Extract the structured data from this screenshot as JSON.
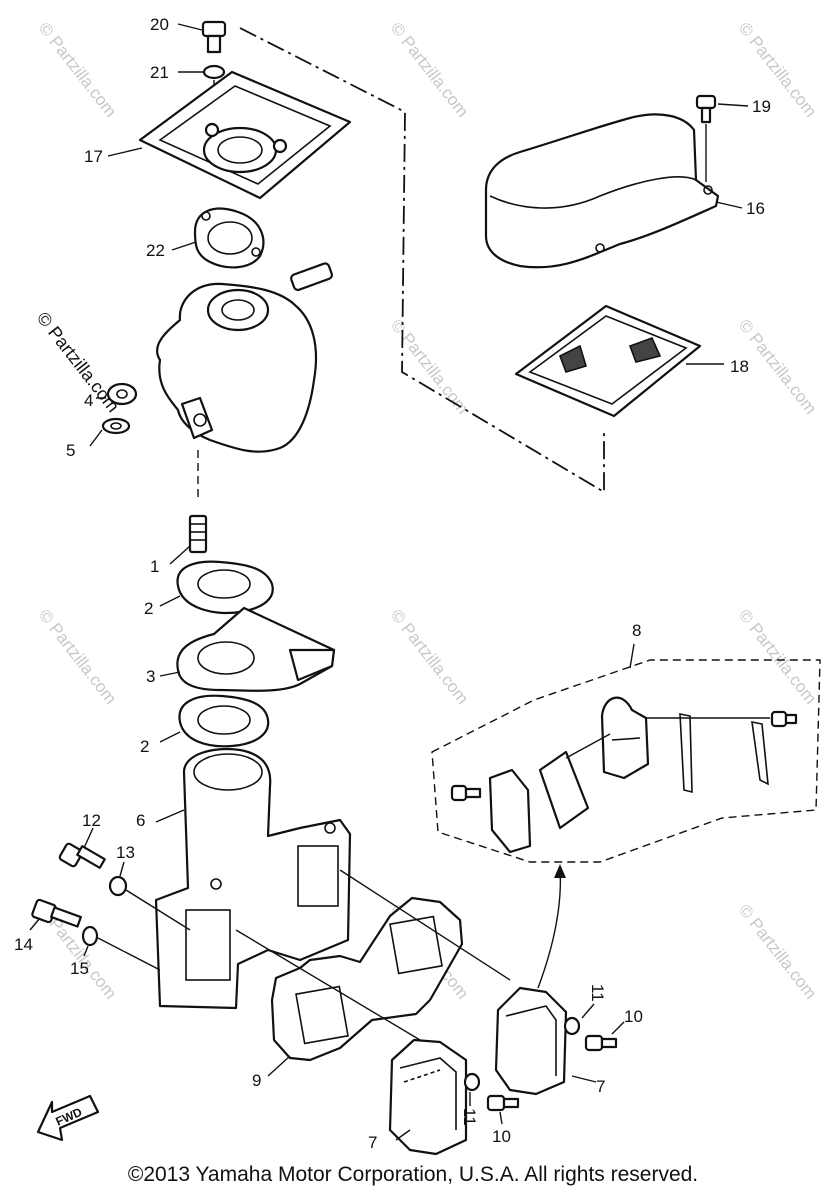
{
  "watermark": "© Partzilla.com",
  "fwd_label": "FWD",
  "copyright": "©2013  Yamaha Motor Corporation, U.S.A. All rights reserved.",
  "callouts": {
    "c1": "1",
    "c2a": "2",
    "c2b": "2",
    "c3": "3",
    "c4": "4",
    "c5": "5",
    "c6": "6",
    "c7a": "7",
    "c7b": "7",
    "c8": "8",
    "c9": "9",
    "c10a": "10",
    "c10b": "10",
    "c11a": "11",
    "c11b": "11",
    "c12": "12",
    "c13": "13",
    "c14": "14",
    "c15": "15",
    "c16": "16",
    "c17": "17",
    "c18": "18",
    "c19": "19",
    "c20": "20",
    "c21": "21",
    "c22": "22"
  }
}
